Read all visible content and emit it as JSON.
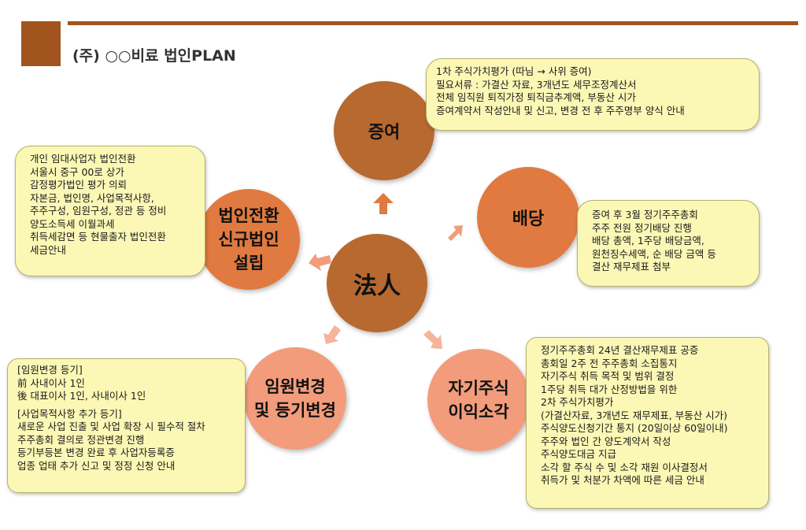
{
  "title": "(주) ○○비료 법인PLAN",
  "center": {
    "label": "法人"
  },
  "nodes": {
    "gift": {
      "label": "증여",
      "lines": [
        "1차 주식가치평가 (따님 → 사위 증여)",
        "필요서류 : 가결산 자료, 3개년도 세무조정계산서",
        "전체 임직원 퇴직가정 퇴직금추계액, 부동산 시가",
        "증여계약서 작성안내 및 신고, 변경 전 후 주주명부 양식 안내"
      ]
    },
    "dividend": {
      "label": "배당",
      "lines": [
        "증여 후 3월 정기주주총회",
        "주주 전원 정기배당 진행",
        "배당 총액, 1주당 배당금액,",
        "원천징수세액, 순 배당 금액 등",
        "결산 재무제표 첨부"
      ]
    },
    "incorporation": {
      "label_lines": [
        "법인전환",
        "신규법인",
        "설립"
      ],
      "lines": [
        "개인 임대사업자 법인전환",
        "서울시 중구 00로 상가",
        "감정평가법인 평가 의뢰",
        "자본금, 법인명, 사업목적사항,",
        "주주구성, 임원구성, 정관 등 정비",
        "양도소득세 이월과세",
        "취득세감면 등 현물출자 법인전환",
        "세금안내"
      ]
    },
    "registration": {
      "label_lines": [
        "임원변경",
        "및 등기변경"
      ],
      "groups": [
        [
          "[임원변경 등기]",
          "前 사내이사 1인",
          "後 대표이사 1인, 사내이사 1인"
        ],
        [
          "[사업목적사항 추가 등기]",
          "새로운 사업 진출 및 사업 확장 시 필수적 절차",
          "주주총회 결의로 정관변경 진행",
          "등기부등본 변경 완료 후 사업자등록증",
          "업종 업태 추가 신고 및 정정 신청 안내"
        ]
      ]
    },
    "buyback": {
      "label_lines": [
        "자기주식",
        "이익소각"
      ],
      "lines": [
        "정기주주총회 24년 결산재무제표 공증",
        "총회일 2주 전 주주총회 소집통지",
        "자기주식 취득 목적 및 범위 결정",
        "1주당 취득 대가 산정방법을 위한",
        "2차 주식가치평가",
        "(가결산자료, 3개년도 재무제표, 부동산 시가)",
        "주식양도신청기간 통지 (20일이상 60일이내)",
        "주주와 법인 간 양도계약서 작성",
        "주식양도대금 지급",
        "소각 할 주식 수 및 소각 재원 이사결정서",
        "취득가 및 처분가 차액에 따른 세금 안내"
      ]
    }
  },
  "colors": {
    "accent": "#a2541e",
    "dark_circle": "#b7692f",
    "mid_circle": "#e07a40",
    "light_circle": "#f29c7c",
    "box_fill": "#fbf8b6"
  }
}
